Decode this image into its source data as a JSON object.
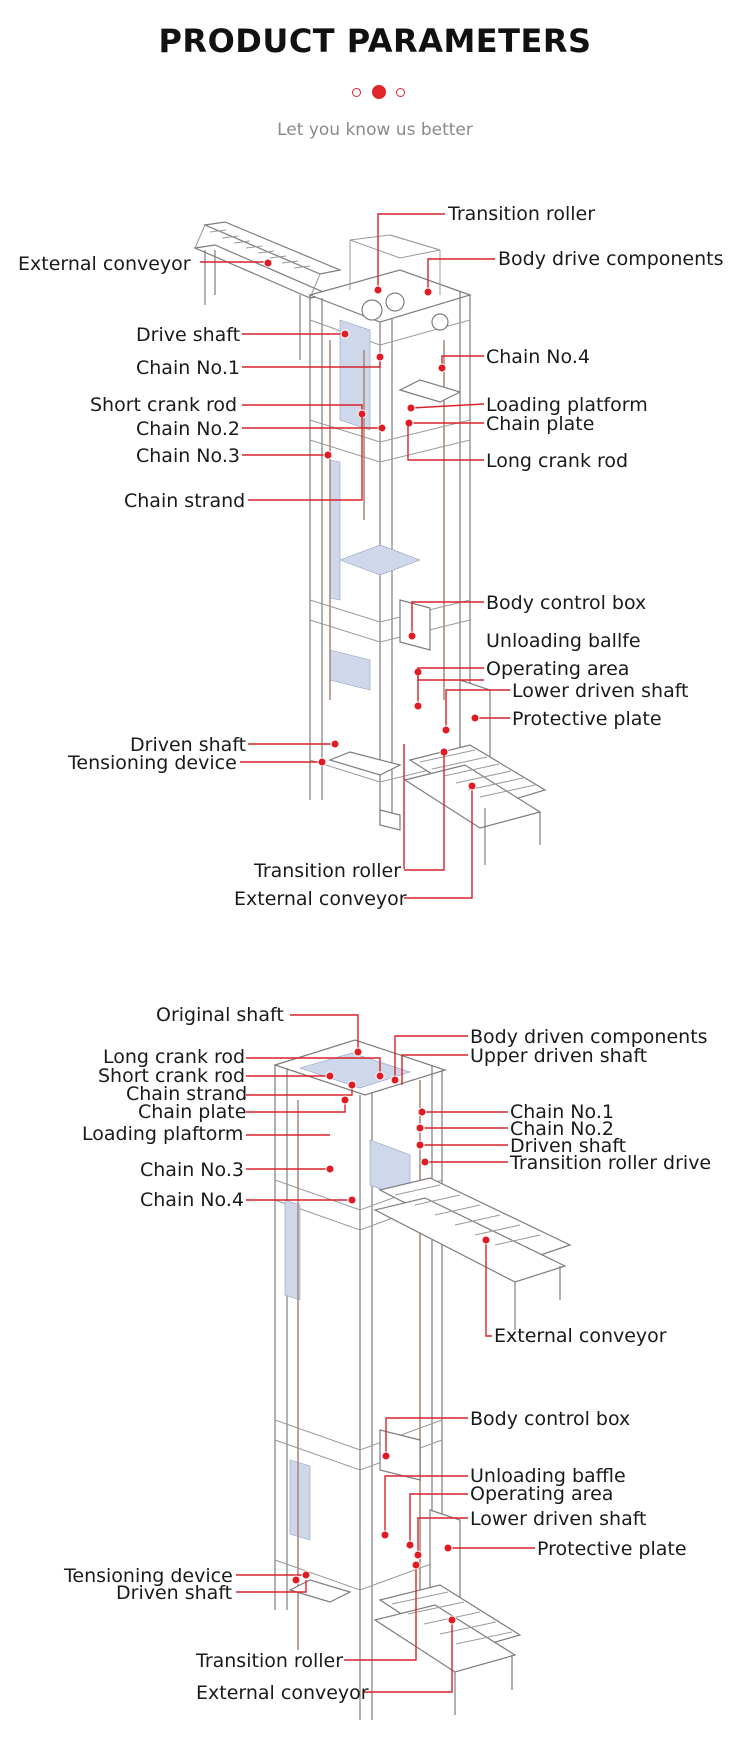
{
  "header": {
    "title": "PRODUCT PARAMETERS",
    "subtitle": "Let you know us better",
    "accent_color": "#e0262b"
  },
  "diagram1": {
    "labels": [
      "Transition roller",
      "External conveyor",
      "Body drive components",
      "Drive shaft",
      "Chain No.1",
      "Chain No.4",
      "Short crank rod",
      "Loading platform",
      "Chain No.2",
      "Chain plate",
      "Chain No.3",
      "Long crank rod",
      "Chain strand",
      "Body control box",
      "Unloading ballfe",
      "Operating area",
      "Lower driven shaft",
      "Protective plate",
      "Driven shaft",
      "Tensioning device",
      "Transition roller",
      "External conveyor"
    ]
  },
  "diagram2": {
    "labels": [
      "Original shaft",
      "Body driven components",
      "Long crank rod",
      "Upper driven shaft",
      "Short crank rod",
      "Chain strand",
      "Chain plate",
      "Chain No.1",
      "Chain No.2",
      "Loading plaftorm",
      "Driven shaft",
      "Transition roller drive",
      "Chain No.3",
      "Chain No.4",
      "External conveyor",
      "Body control box",
      "Unloading baffle",
      "Operating area",
      "Lower driven shaft",
      "Protective plate",
      "Tensioning device",
      "Driven shaft",
      "Transition roller",
      "External conveyor"
    ]
  }
}
